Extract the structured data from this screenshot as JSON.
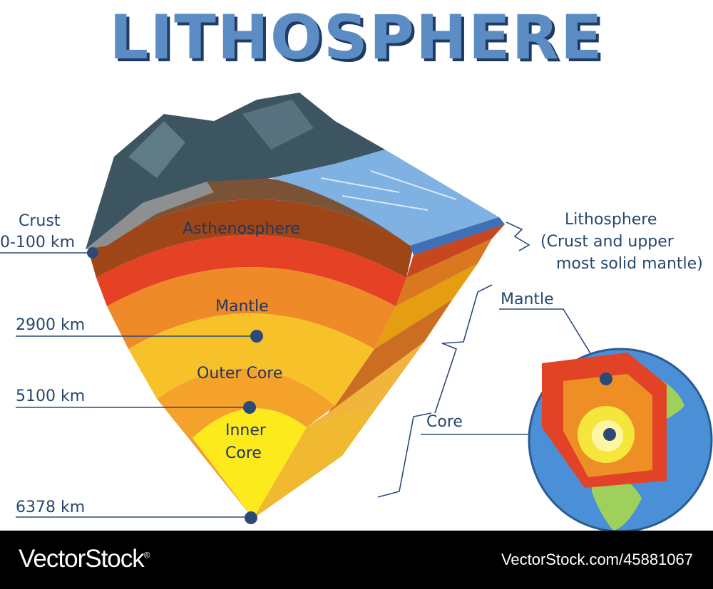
{
  "title": "LITHOSPHERE",
  "layers": {
    "asthenosphere": "Asthenosphere",
    "mantle": "Mantle",
    "outer_core": "Outer Core",
    "inner_core_line1": "Inner",
    "inner_core_line2": "Core"
  },
  "depth_labels": {
    "crust_line1": "Crust",
    "crust_line2": "0-100 km",
    "d2900": "2900 km",
    "d5100": "5100 km",
    "d6378": "6378 km"
  },
  "right_labels": {
    "lithosphere_line1": "Lithosphere",
    "lithosphere_line2": "(Crust and upper",
    "lithosphere_line3": "most solid mantle)",
    "mantle": "Mantle",
    "core": "Core"
  },
  "footer": {
    "brand": "VectorStock",
    "registered": "®",
    "image_id": "VectorStock.com/45881067"
  },
  "colors": {
    "title_fill": "#5b8cc4",
    "title_shadow": "#1f3a63",
    "label_text": "#26476e",
    "marker": "#2c4a78"
  }
}
